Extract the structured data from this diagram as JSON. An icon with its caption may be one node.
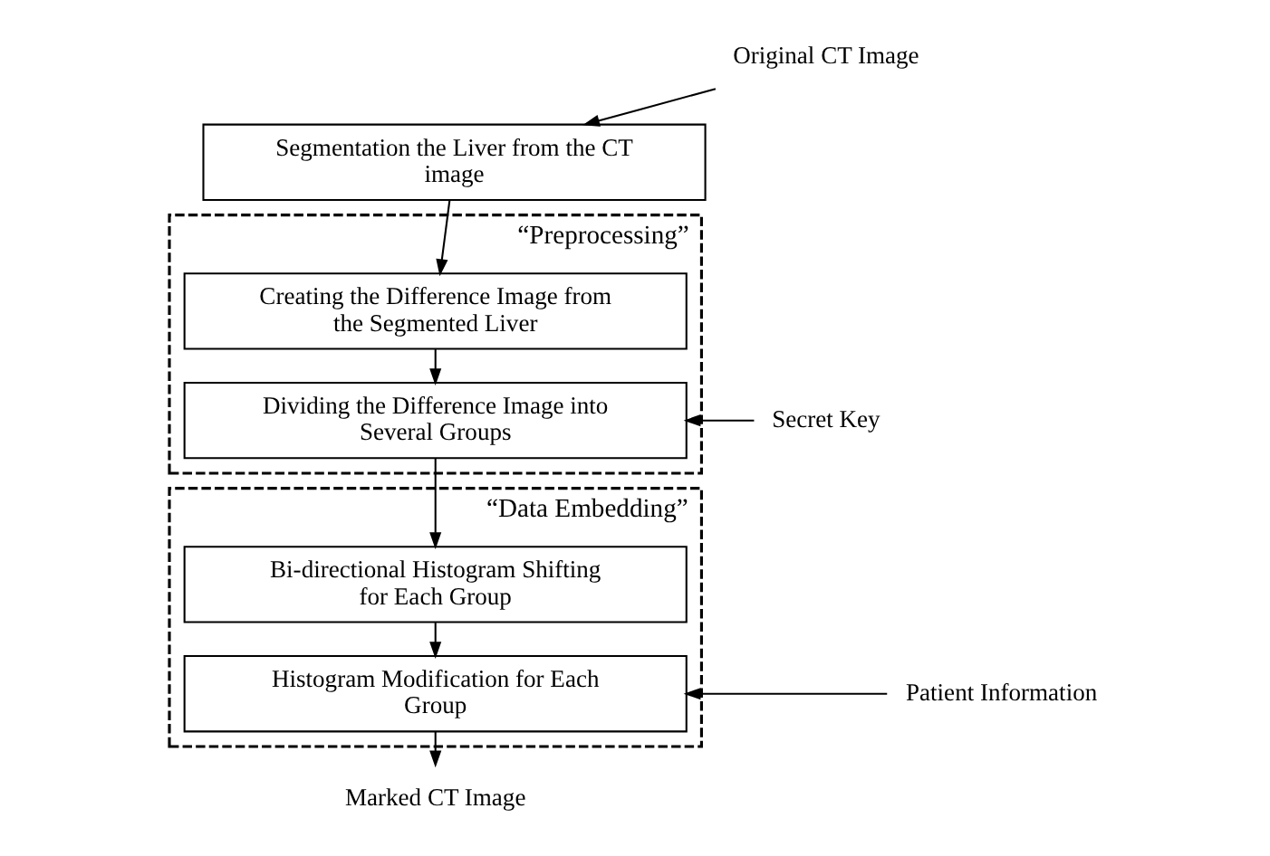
{
  "diagram": {
    "nodes": [
      {
        "text": [
          "Original CT Image"
        ]
      },
      {
        "text": [
          "Segmentation the Liver from the CT image"
        ]
      },
      {
        "text": [
          "“Preprocessing”"
        ]
      },
      {
        "text": [
          "Creating the Difference Image from the Segmented Liver"
        ],
        "in": 2
      },
      {
        "text": [
          "Dividing the Difference Image into Several Groups"
        ],
        "in": 2
      },
      {
        "text": [
          "Secret Key"
        ]
      },
      {
        "text": [
          "“Data Embedding”"
        ]
      },
      {
        "text": [
          "Bi-directional Histogram Shifting for Each Group"
        ],
        "in": 6
      },
      {
        "text": [
          "Histogram Modification for Each Group"
        ],
        "in": 6
      },
      {
        "text": [
          "Patient Information"
        ]
      },
      {
        "text": [
          "Marked CT Image"
        ]
      }
    ],
    "edges": [
      {
        "from": 0,
        "to": 1,
        "arrow": "to"
      },
      {
        "from": 1,
        "to": 3,
        "arrow": "to"
      },
      {
        "from": 3,
        "to": 4,
        "arrow": "to"
      },
      {
        "from": 5,
        "to": 4,
        "arrow": "to"
      },
      {
        "from": 4,
        "to": 7,
        "arrow": "to"
      },
      {
        "from": 7,
        "to": 8,
        "arrow": "to"
      },
      {
        "from": 9,
        "to": 8,
        "arrow": "to"
      },
      {
        "from": 8,
        "to": 10,
        "arrow": "to"
      }
    ]
  }
}
